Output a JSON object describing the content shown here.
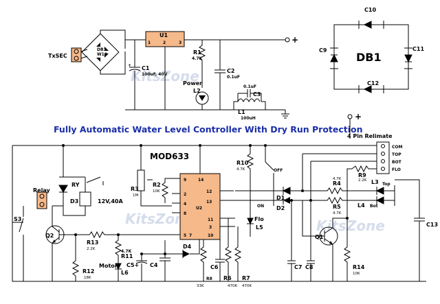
{
  "title": "Fully Automatic Water Level Controller With Dry Run Protection",
  "chip_label": "MOD633",
  "bridge_label": "DB1",
  "bridge_name": "DB1",
  "bridge_part": "W10",
  "connector_title": "4 Pin Relimate",
  "connector_pins": [
    "COM",
    "TOP",
    "BOT",
    "FLO"
  ],
  "input_label": "TxSEC",
  "relay_label": "Relay",
  "relay_coil": "RY",
  "relay_rating": "12V,40A",
  "watermark": "KitsZone",
  "plus": "+",
  "power_section": {
    "u1": "U1",
    "u1_pins": [
      "1",
      "2",
      "3"
    ],
    "c1": "C1",
    "c1_val": "100uF, 40V",
    "r1": "R1",
    "r1_val": "4.7K",
    "c2": "C2",
    "c2_val": "0.1uF",
    "power_label": "Power",
    "l2": "L2",
    "c3": "C3",
    "c3_val": "0.1uF",
    "l1": "L1",
    "l1_val": "100uH"
  },
  "bridge_caps": [
    "C10",
    "C9",
    "C11",
    "C12"
  ],
  "u2": {
    "name": "U2",
    "pins_left": [
      "9",
      "2",
      "4",
      "8",
      "5"
    ],
    "pins_right": [
      "12",
      "13",
      "11",
      "3"
    ],
    "pins_top": [
      "14"
    ],
    "pins_bottom": [
      "7",
      "10"
    ]
  },
  "components": {
    "r2": "R2",
    "r2_val": "10K",
    "r3": "R3",
    "r3_val": "1M",
    "r10": "R10",
    "r10_val": "4.7K",
    "off": "OFF",
    "on": "ON",
    "d1": "D1",
    "d2": "D2",
    "d3": "D3",
    "d4": "D4",
    "flo": "Flo",
    "l5": "L5",
    "r4": "R4",
    "r4_val": "4.7K",
    "r5": "R5",
    "r5_val": "4.7K",
    "r9": "R9",
    "r9_val": "2.2K",
    "l3": "L3",
    "l3_tag": "Top",
    "l4": "L4",
    "l4_tag": "Bot",
    "c13": "C13",
    "q1": "Q1",
    "q2": "Q2",
    "r14": "R14",
    "r14_val": "10K",
    "c7": "C7",
    "c8": "C8",
    "c6": "C6",
    "r6": "R6",
    "r6_val": "470K",
    "r7": "R7",
    "r7_val": "470K",
    "r8": "R8",
    "r8_val": "33K",
    "c4": "C4",
    "c5": "C5+",
    "r11": "R11",
    "r11_val": "4.7K",
    "r13": "R13",
    "r13_val": "2.2K",
    "r12": "R12",
    "r12_val": "18K",
    "motor": "Motor",
    "l6": "L6",
    "s3": "S3"
  }
}
